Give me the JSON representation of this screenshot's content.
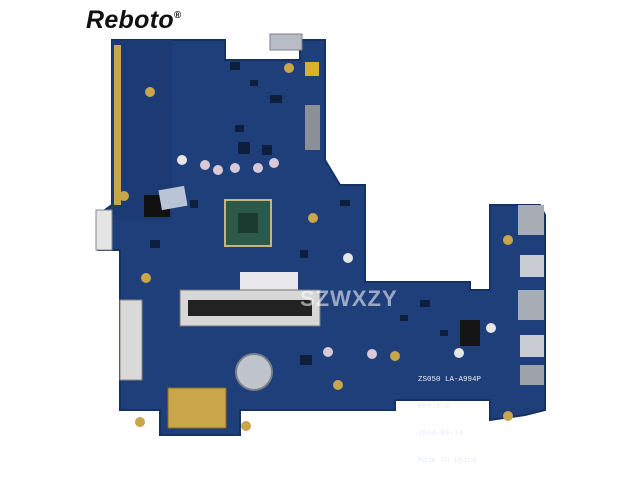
{
  "brand": {
    "name": "Reboto",
    "mark": "®"
  },
  "watermark": "SZWXZY",
  "silkscreen": {
    "model": "ZS050 LA-A994P",
    "rev": "Rev:2.0",
    "date": "2014-03-13",
    "origin": "Made In China"
  },
  "colors": {
    "pcb": "#1f3f7a",
    "pcb_edge": "#163263",
    "gold": "#c9a64a",
    "chip": "#2b5a4a",
    "silver": "#b8bcc4"
  }
}
